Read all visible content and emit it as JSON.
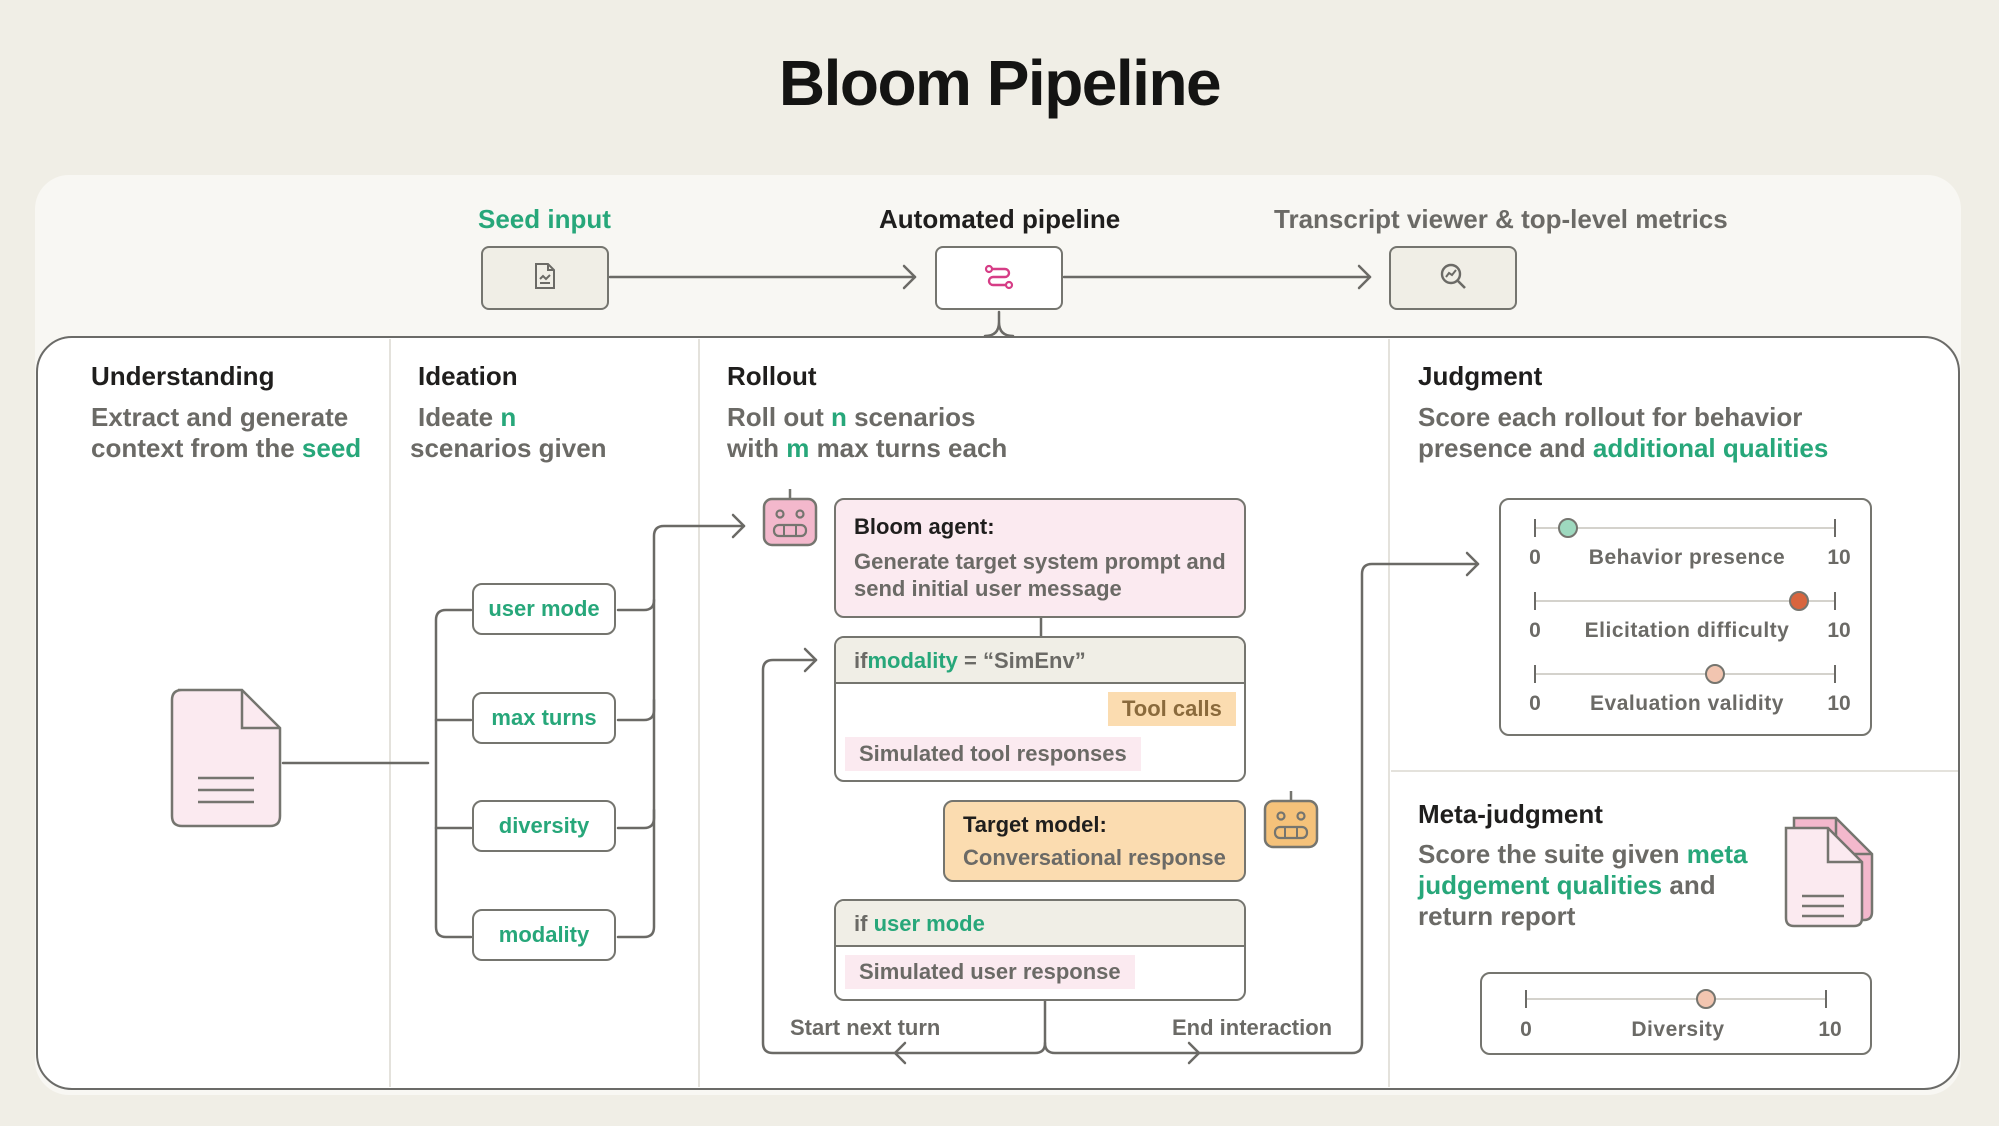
{
  "title": "Bloom Pipeline",
  "stages": {
    "seed": "Seed input",
    "pipeline": "Automated pipeline",
    "viewer": "Transcript viewer & top-level metrics"
  },
  "icons": {
    "seed": "document-icon",
    "pipeline": "pipeline-icon",
    "viewer": "magnifier-chart-icon",
    "agent": "robot-icon",
    "target": "robot-icon"
  },
  "columns": {
    "understanding": {
      "title": "Understanding",
      "desc_prefix": "Extract and generate context from the ",
      "desc_highlight": "seed"
    },
    "ideation": {
      "title": "Ideation",
      "desc_prefix": "Ideate ",
      "desc_highlight": "n",
      "desc_suffix": " scenarios given"
    },
    "rollout": {
      "title": "Rollout",
      "line1_prefix": "Roll out ",
      "line1_highlight": "n",
      "line1_suffix": " scenarios",
      "line2_prefix": "with ",
      "line2_highlight": "m",
      "line2_suffix": " max turns each"
    },
    "judgment": {
      "title": "Judgment",
      "desc_prefix": "Score each rollout for behavior presence and ",
      "desc_highlight": "additional qualities"
    },
    "meta": {
      "title": "Meta-judgment",
      "desc_prefix": "Score the suite given ",
      "desc_highlight": "meta judgement qualities",
      "desc_suffix": " and return report"
    }
  },
  "ideation_params": [
    "user mode",
    "max turns",
    "diversity",
    "modality"
  ],
  "rollout": {
    "agent_title": "Bloom agent:",
    "agent_text": "Generate target system prompt and send initial user message",
    "simenv_if": "if ",
    "simenv_var": "modality",
    "simenv_cond": " = “SimEnv”",
    "tool_calls": "Tool calls",
    "sim_tool": "Simulated tool responses",
    "target_title": "Target model:",
    "target_text": "Conversational response",
    "usermode_if": "if ",
    "usermode_var": "user mode",
    "sim_user": "Simulated user response",
    "start_next": "Start next turn",
    "end_interaction": "End interaction"
  },
  "judgment_scales": [
    {
      "label": "Behavior presence",
      "min": "0",
      "max": "10",
      "value": 1.1,
      "color": "#9ed9bf"
    },
    {
      "label": "Elicitation difficulty",
      "min": "0",
      "max": "10",
      "value": 8.8,
      "color": "#d8653e"
    },
    {
      "label": "Evaluation validity",
      "min": "0",
      "max": "10",
      "value": 6.0,
      "color": "#f2c5b0"
    }
  ],
  "meta_scale": {
    "label": "Diversity",
    "min": "0",
    "max": "10",
    "value": 6.0,
    "color": "#f2c5b0"
  },
  "colors": {
    "accent_green": "#27a77a",
    "pink": "#fbeaf0",
    "orange": "#fbdcb0",
    "beige": "#f0eee6"
  }
}
